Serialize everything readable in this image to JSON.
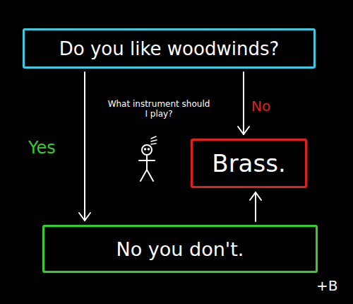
{
  "diagram": {
    "nodes": [
      {
        "text": [
          "Do you like woodwinds?"
        ]
      },
      {
        "text": [
          "Brass."
        ]
      },
      {
        "text": [
          "No you don't."
        ]
      }
    ],
    "edges": [
      {
        "from": 0,
        "to": 2,
        "label": "Yes",
        "arrow": "to"
      },
      {
        "from": 0,
        "to": 1,
        "label": "No",
        "arrow": "to"
      },
      {
        "from": 2,
        "to": 1,
        "arrow": "to"
      }
    ],
    "labels": [
      "What instrument should I play?",
      "+B"
    ]
  }
}
